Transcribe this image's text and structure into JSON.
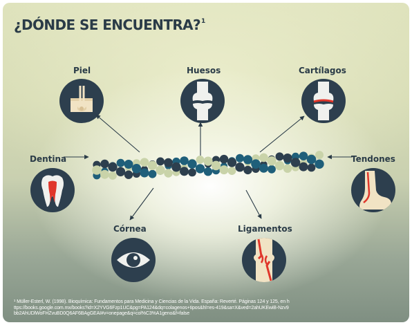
{
  "title": {
    "text": "¿DÓNDE SE ENCUENTRA?",
    "sup": "1"
  },
  "labels": {
    "piel": "Piel",
    "huesos": "Huesos",
    "cartilagos": "Cartílagos",
    "dentina": "Dentina",
    "tendones": "Tendones",
    "cornea": "Córnea",
    "ligamentos": "Ligamentos"
  },
  "footnote": "¹ Müller-Esterl, W. (1998). Bioquímica: Fundamentos para Medicina y Ciencias de la Vida. España: Reverté. Páginas 124 y 125, en https://books.google.com.mx/books?id=X2YVG6Fzp1UC&pg=PA124&dq=colagenos+tipos&hl=es-419&sa=X&ved=2ahUKEwiB-Nzv9bb2AhUDlWoFHZvuBD0Q6AF6BAgGEAI#v=onepage&q=col%C3%A1geno&f=false",
  "colors": {
    "navy": "#2d3f4e",
    "teal": "#1f5f7a",
    "pale": "#c9d3a9",
    "accent_red": "#e0362b",
    "skin": "#f1e3c4",
    "bone": "#f0f1ee"
  },
  "icons": {
    "piel": "skin-hair-icon",
    "huesos": "knee-joint-icon",
    "cartilagos": "cartilage-joint-icon",
    "dentina": "tooth-icon",
    "tendones": "foot-tendon-icon",
    "cornea": "eye-icon",
    "ligamentos": "ligament-bone-icon"
  }
}
